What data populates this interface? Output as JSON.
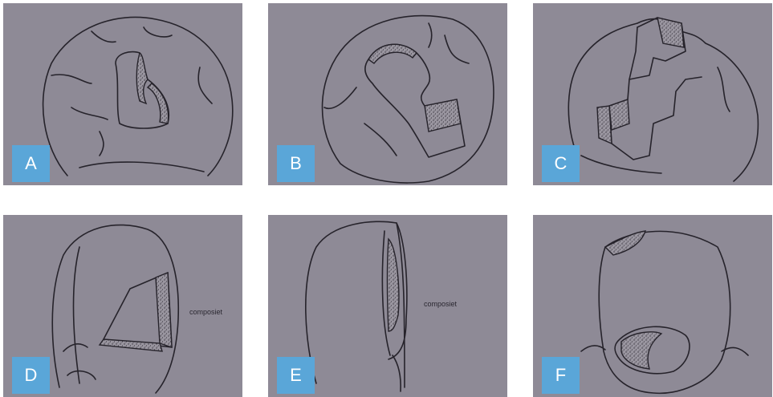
{
  "panels": [
    {
      "id": "A",
      "label": "A",
      "annotation": ""
    },
    {
      "id": "B",
      "label": "B",
      "annotation": ""
    },
    {
      "id": "C",
      "label": "C",
      "annotation": ""
    },
    {
      "id": "D",
      "label": "D",
      "annotation": "composiet"
    },
    {
      "id": "E",
      "label": "E",
      "annotation": "composiet"
    },
    {
      "id": "F",
      "label": "F",
      "annotation": ""
    }
  ],
  "colors": {
    "panel_bg": "#8e8a96",
    "badge_bg": "#5aa6d8",
    "badge_text": "#ffffff",
    "ink": "#26232b"
  }
}
